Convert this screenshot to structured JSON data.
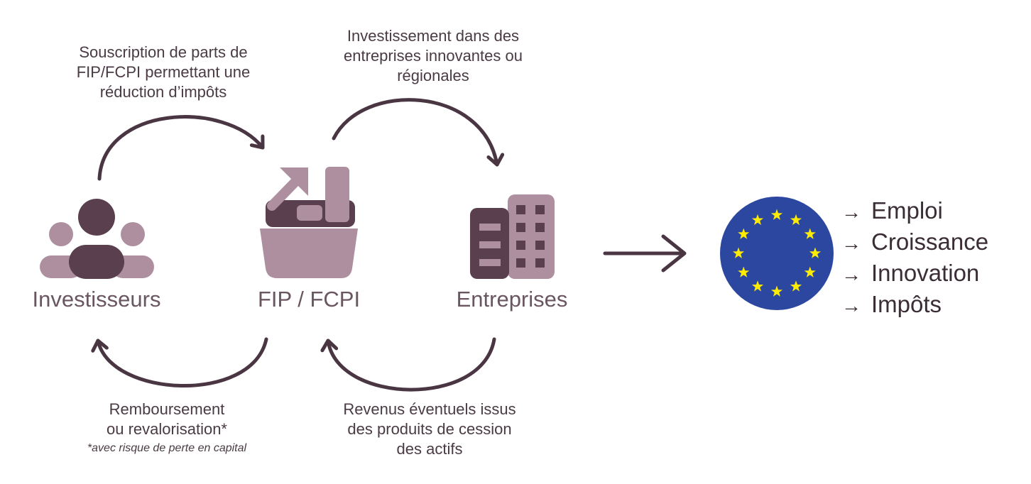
{
  "nodes": {
    "investors": "Investisseurs",
    "fund": "FIP / FCPI",
    "companies": "Entreprises"
  },
  "flows": {
    "subscription": [
      "Souscription de parts de",
      "FIP/FCPI permettant une",
      "réduction d’impôts"
    ],
    "investment": [
      "Investissement dans des",
      "entreprises innovantes ou",
      "régionales"
    ],
    "repayment": [
      "Remboursement",
      "ou revalorisation*"
    ],
    "repayment_note": "*avec risque de perte en capital",
    "revenue": [
      "Revenus éventuels issus",
      "des produits de cession",
      "des actifs"
    ]
  },
  "results": [
    {
      "arrow": "→",
      "label": "Emploi"
    },
    {
      "arrow": "→",
      "label": "Croissance"
    },
    {
      "arrow": "→",
      "label": "Innovation"
    },
    {
      "arrow": "→",
      "label": "Impôts"
    }
  ],
  "icons": {
    "investors": "people-group-icon",
    "fund": "growth-basket-icon",
    "companies": "buildings-icon",
    "eu": "eu-flag-icon"
  },
  "colors": {
    "dark": "#5a3f4e",
    "light": "#ae8f9f",
    "arrow": "#4a3642",
    "eu_blue": "#2b47a0",
    "eu_star": "#ffec00"
  }
}
